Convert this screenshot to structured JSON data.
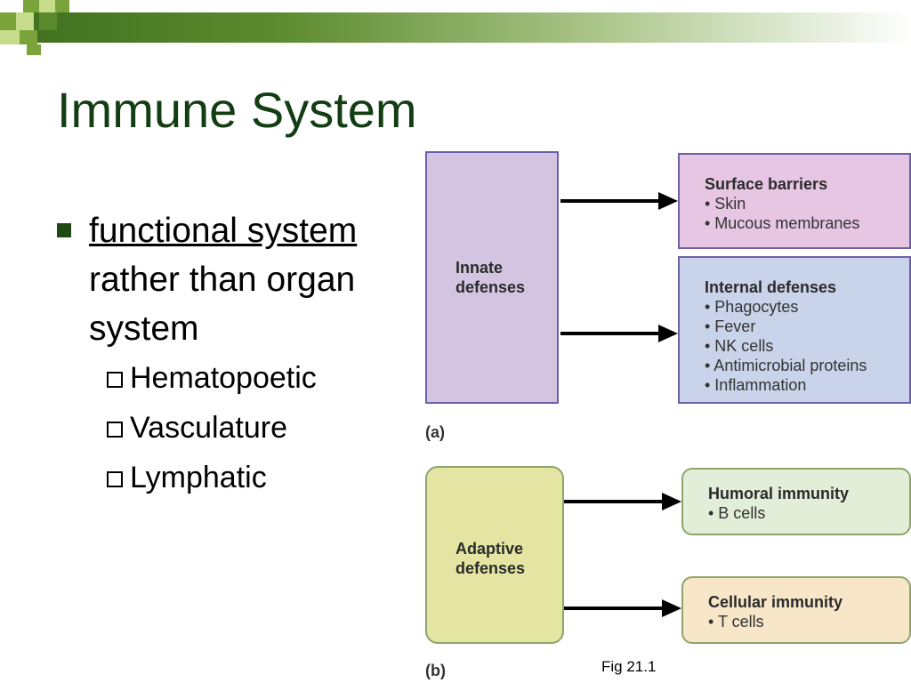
{
  "title": "Immune System",
  "bullets": {
    "main_link": "functional system",
    "main_rest": "rather than organ system",
    "sub": [
      "Hematopoetic",
      "Vasculature",
      "Lymphatic"
    ]
  },
  "diagram_a": {
    "label": "(a)",
    "source": [
      "Innate",
      "defenses"
    ],
    "targets": [
      {
        "title": "Surface barriers",
        "items": [
          "• Skin",
          "• Mucous membranes"
        ]
      },
      {
        "title": "Internal defenses",
        "items": [
          "• Phagocytes",
          "• Fever",
          "• NK cells",
          "• Antimicrobial proteins",
          "• Inflammation"
        ]
      }
    ]
  },
  "diagram_b": {
    "label": "(b)",
    "source": [
      "Adaptive",
      "defenses"
    ],
    "targets": [
      {
        "title": "Humoral immunity",
        "items": [
          "• B cells"
        ]
      },
      {
        "title": "Cellular immunity",
        "items": [
          "• T cells"
        ]
      }
    ]
  },
  "caption": "Fig 21.1"
}
